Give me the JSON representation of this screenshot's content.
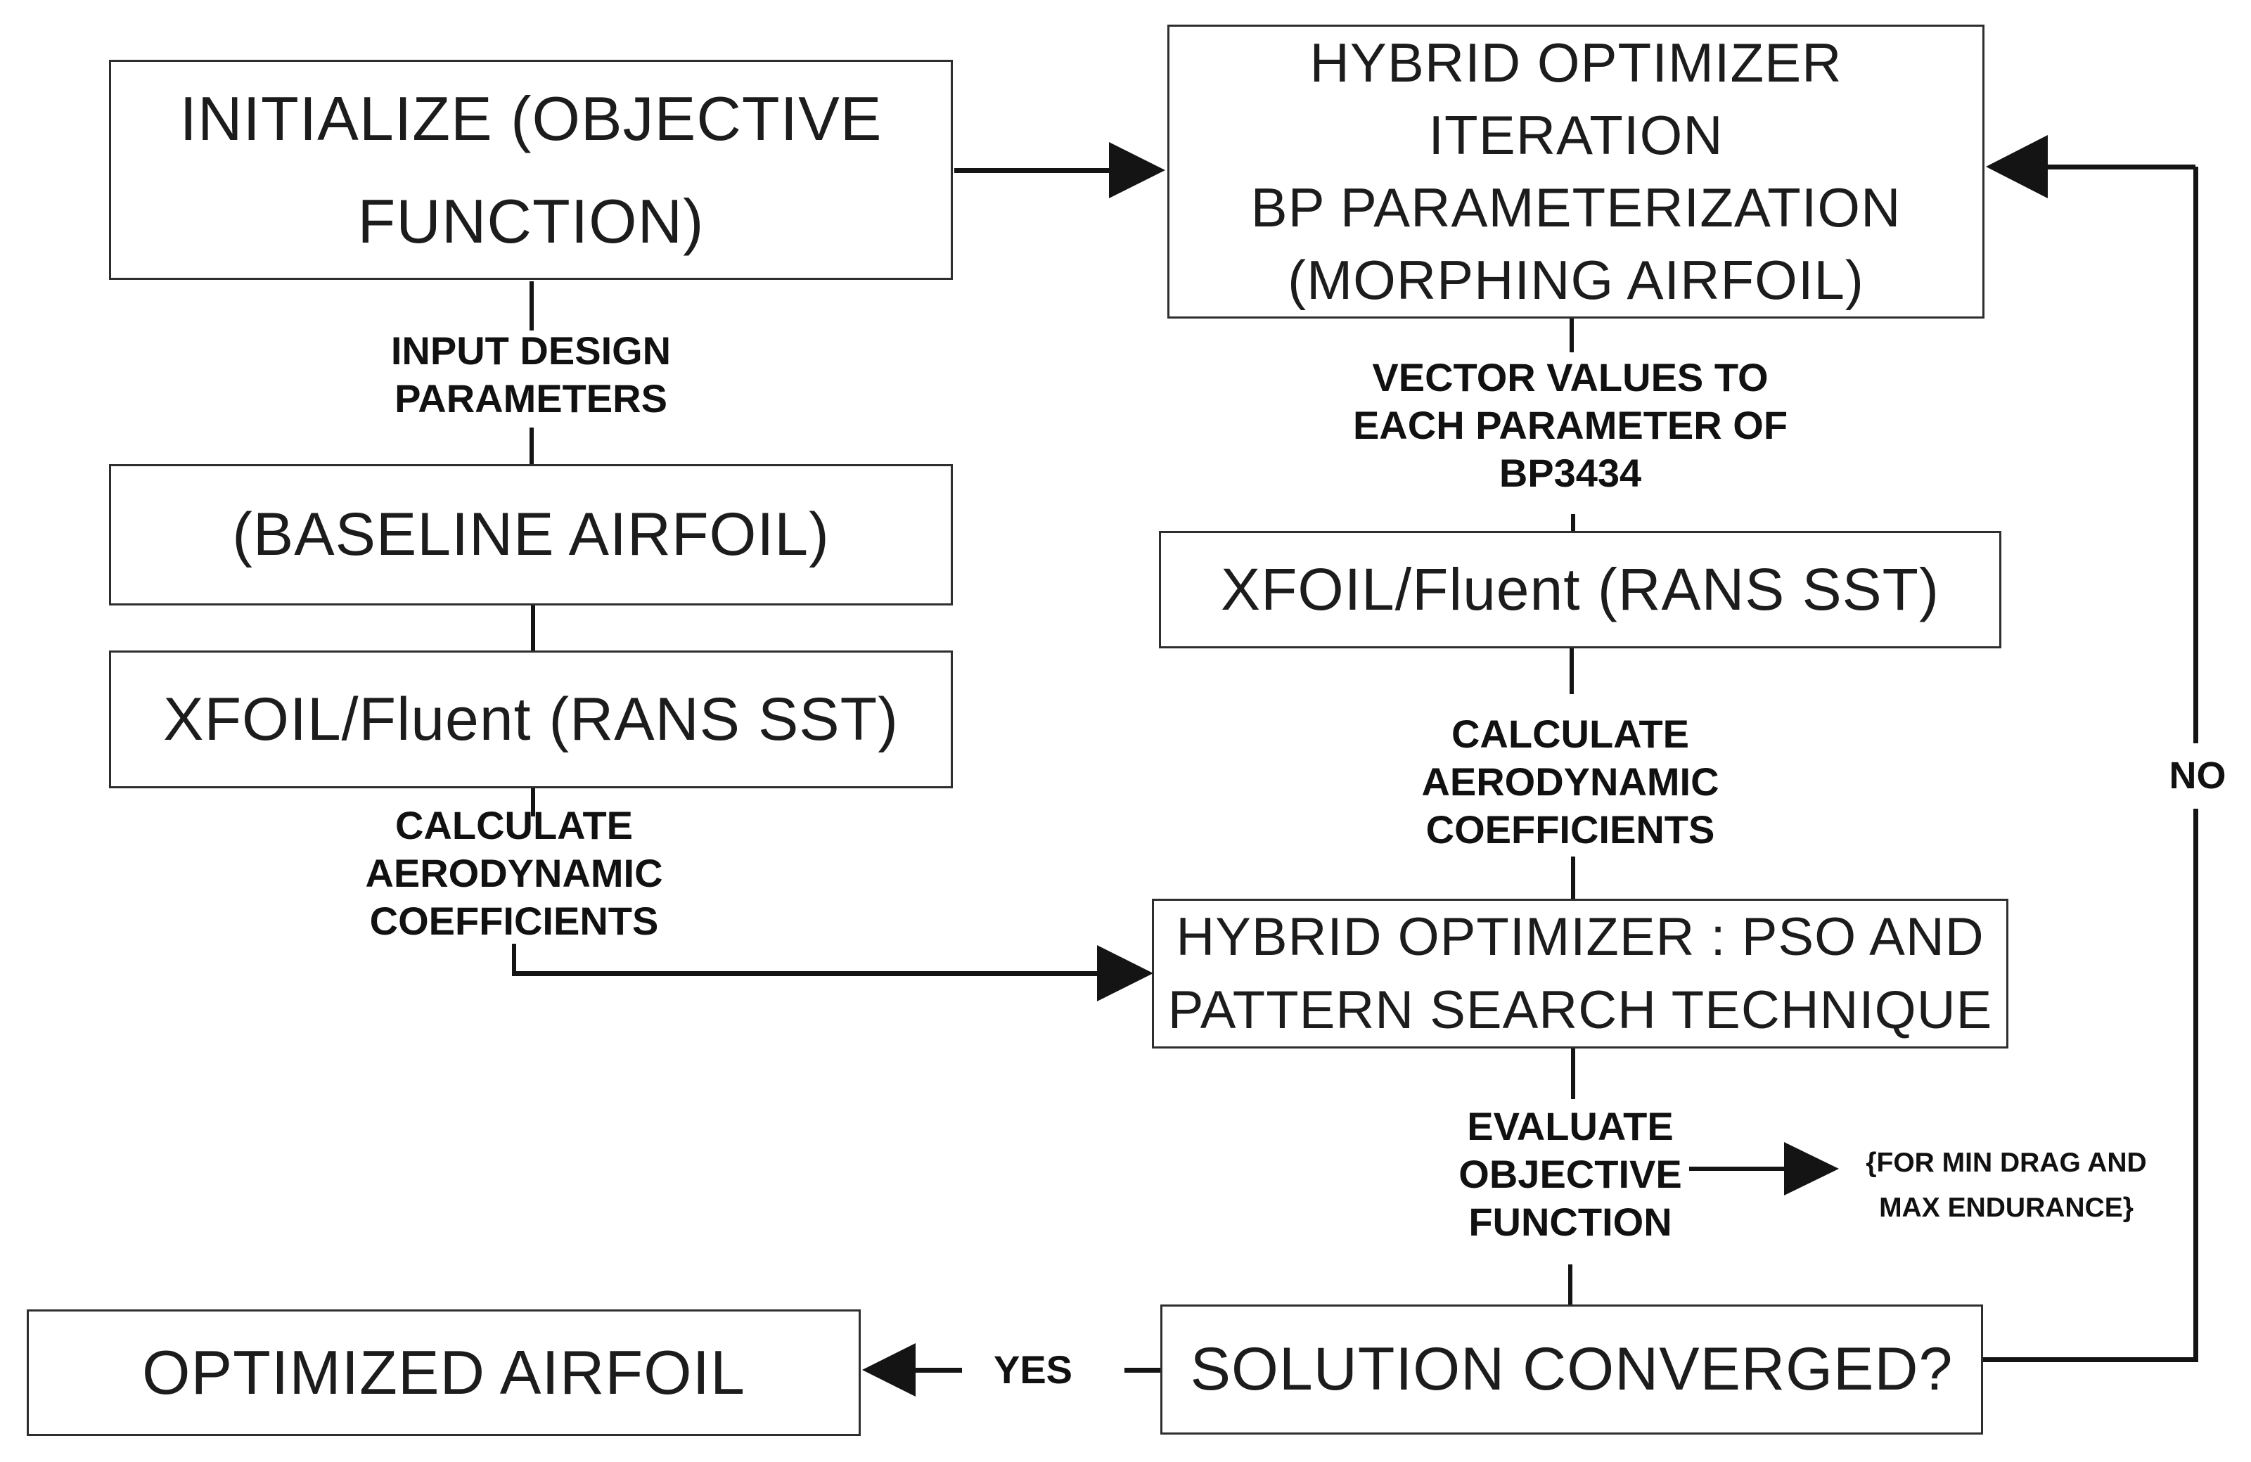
{
  "flowchart": {
    "nodes": {
      "initialize": {
        "lines": [
          "INITIALIZE (OBJECTIVE",
          "FUNCTION)"
        ]
      },
      "hybrid_iteration": {
        "lines": [
          "HYBRID OPTIMIZER",
          "ITERATION",
          "BP PARAMETERIZATION",
          "(MORPHING AIRFOIL)"
        ]
      },
      "baseline_airfoil": {
        "lines": [
          "(BASELINE AIRFOIL)"
        ]
      },
      "xfoil_left": {
        "lines": [
          "XFOIL/Fluent (RANS SST)"
        ]
      },
      "xfoil_right": {
        "lines": [
          "XFOIL/Fluent (RANS SST)"
        ]
      },
      "pso_pattern_search": {
        "lines": [
          "HYBRID OPTIMIZER : PSO AND",
          "PATTERN SEARCH TECHNIQUE"
        ]
      },
      "solution_converged": {
        "lines": [
          "SOLUTION CONVERGED?"
        ]
      },
      "optimized_airfoil": {
        "lines": [
          "OPTIMIZED AIRFOIL"
        ]
      }
    },
    "edge_labels": {
      "input_design": {
        "lines": [
          "INPUT DESIGN",
          "PARAMETERS"
        ]
      },
      "vector_values": {
        "lines": [
          "VECTOR VALUES TO",
          "EACH PARAMETER OF",
          "BP3434"
        ]
      },
      "calculate_aero_left": {
        "lines": [
          "CALCULATE",
          "AERODYNAMIC",
          "COEFFICIENTS"
        ]
      },
      "calculate_aero_right": {
        "lines": [
          "CALCULATE",
          "AERODYNAMIC",
          "COEFFICIENTS"
        ]
      },
      "evaluate_objective": {
        "lines": [
          "EVALUATE",
          "OBJECTIVE",
          "FUNCTION"
        ]
      },
      "objective_note": {
        "lines": [
          "{FOR MIN DRAG AND",
          "MAX ENDURANCE}"
        ]
      },
      "yes": "YES",
      "no": "NO"
    },
    "colors": {
      "background": "#ffffff",
      "text": "#1c1c1c",
      "box_border": "#2e2e2e",
      "connector": "#141414"
    }
  }
}
